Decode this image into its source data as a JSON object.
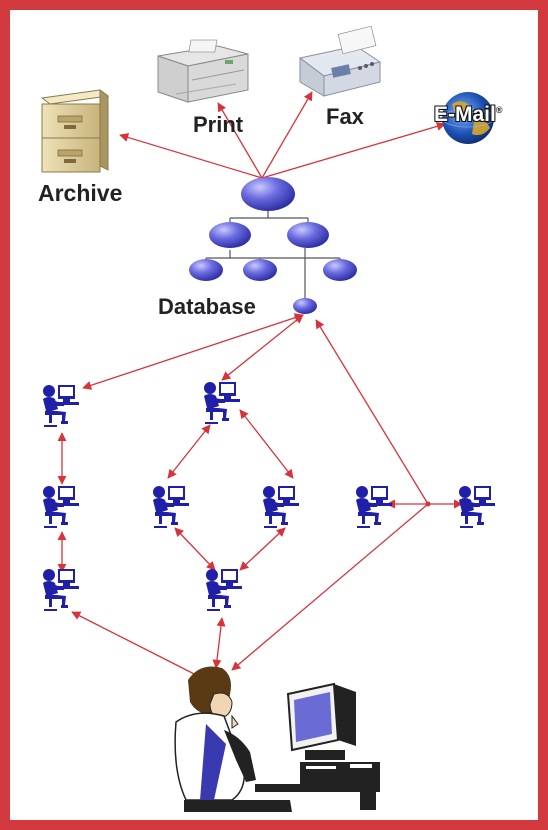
{
  "labels": {
    "archive": "Archive",
    "print": "Print",
    "fax": "Fax",
    "email": "E-Mail",
    "email_mark": "®",
    "database": "Database"
  },
  "colors": {
    "frame": "#d23a3f",
    "arrow": "#d8323a",
    "node": "#5a5ad6",
    "node_light": "#a9a9f0",
    "workstation": "#1f1fa8",
    "cabinet": "#d7c79a",
    "text": "#222222"
  },
  "icons": {
    "archive": "filing-cabinet-icon",
    "print": "laser-printer-icon",
    "fax": "fax-machine-icon",
    "email": "globe-icon",
    "workstation": "user-at-computer-icon",
    "operator": "operator-at-computer-icon"
  }
}
